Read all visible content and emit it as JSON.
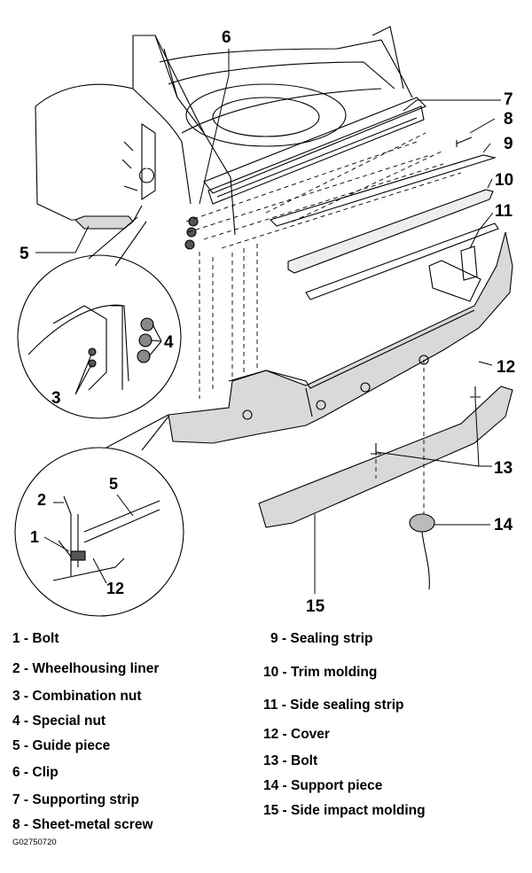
{
  "diagram": {
    "callouts": [
      "1",
      "2",
      "3",
      "4",
      "5",
      "6",
      "7",
      "8",
      "9",
      "10",
      "11",
      "12",
      "13",
      "14",
      "15"
    ]
  },
  "legend": {
    "left": [
      {
        "num": "1",
        "text": "1 - Bolt"
      },
      {
        "num": "2",
        "text": "2 - Wheelhousing liner"
      },
      {
        "num": "3",
        "text": "3 - Combination nut"
      },
      {
        "num": "4",
        "text": "4 - Special nut"
      },
      {
        "num": "5",
        "text": "5 - Guide piece"
      },
      {
        "num": "6",
        "text": "6 - Clip"
      },
      {
        "num": "7",
        "text": "7 - Supporting strip"
      },
      {
        "num": "8",
        "text": "8 - Sheet-metal screw"
      }
    ],
    "right": [
      {
        "num": "9",
        "text": "9 - Sealing strip"
      },
      {
        "num": "10",
        "text": "10 - Trim molding"
      },
      {
        "num": "11",
        "text": "11 - Side sealing strip"
      },
      {
        "num": "12",
        "text": "12 - Cover"
      },
      {
        "num": "13",
        "text": "13 - Bolt"
      },
      {
        "num": "14",
        "text": "14 - Support piece"
      },
      {
        "num": "15",
        "text": "15 - Side impact molding"
      }
    ]
  },
  "figure_id": "G02750720",
  "colors": {
    "part_fill": "#d9d9d9",
    "line": "#000000"
  }
}
